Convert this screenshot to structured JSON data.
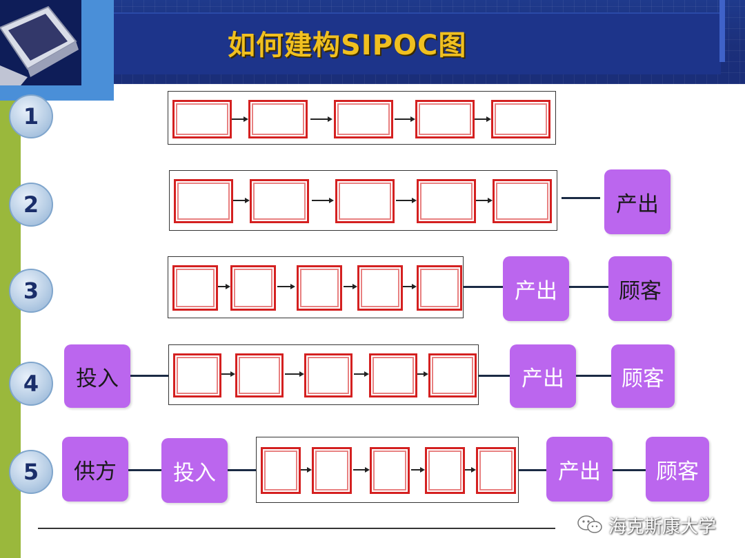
{
  "title": "如何建构SIPOC图",
  "rows": [
    {
      "number": "1"
    },
    {
      "number": "2",
      "output": "产出"
    },
    {
      "number": "3",
      "output": "产出",
      "customer": "顾客"
    },
    {
      "number": "4",
      "input": "投入",
      "output": "产出",
      "customer": "顾客"
    },
    {
      "number": "5",
      "supplier": "供方",
      "input": "投入",
      "output": "产出",
      "customer": "顾客"
    }
  ],
  "watermark": "海克斯康大学",
  "colors": {
    "title": "#f0c020",
    "header": "#1b2f7a",
    "pill": "#bb66ee",
    "process_border": "#d42020",
    "strip": "#9ab83c"
  }
}
